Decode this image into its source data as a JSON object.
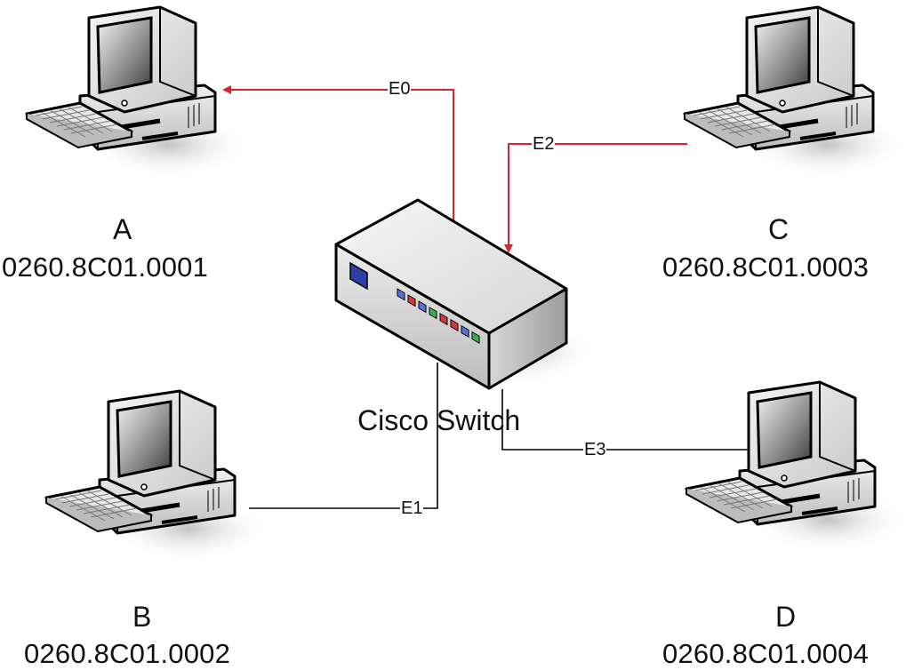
{
  "hosts": {
    "a": {
      "name": "A",
      "mac": "0260.8C01.0001"
    },
    "b": {
      "name": "B",
      "mac": "0260.8C01.0002"
    },
    "c": {
      "name": "C",
      "mac": "0260.8C01.0003"
    },
    "d": {
      "name": "D",
      "mac": "0260.8C01.0004"
    }
  },
  "switch": {
    "name": "Cisco Switch"
  },
  "ports": {
    "e0": "E0",
    "e1": "E1",
    "e2": "E2",
    "e3": "E3"
  },
  "colors": {
    "active_link": "#e0202a",
    "idle_link": "#000000",
    "switch_panel": "#2e3fa8"
  },
  "icons": {
    "host": "desktop-computer-icon",
    "switch": "network-switch-icon"
  }
}
